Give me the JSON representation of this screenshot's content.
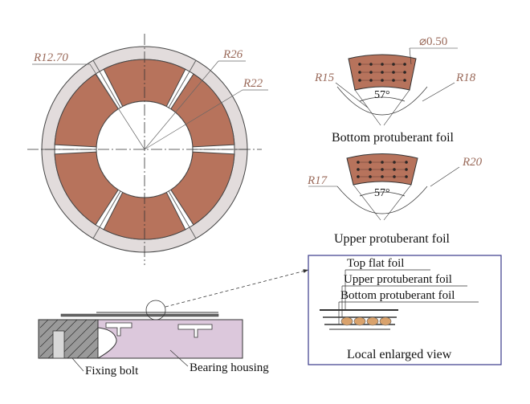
{
  "ring_view": {
    "labels": {
      "r_outer": "R26",
      "r_mid": "R22",
      "r_inner": "R12.70"
    },
    "colors": {
      "housing": "#e2dcdc",
      "foil": "#b7735c",
      "outline": "#444444"
    }
  },
  "bottom_foil": {
    "caption": "Bottom protuberant foil",
    "r_inner": "R15",
    "r_outer": "R18",
    "angle": "57°",
    "diameter": "⌀0.50"
  },
  "upper_foil": {
    "caption": "Upper protuberant foil",
    "r_inner": "R17",
    "r_outer": "R20",
    "angle": "57°"
  },
  "section_view": {
    "fixing_bolt": "Fixing bolt",
    "bearing_housing": "Bearing housing",
    "colors": {
      "housing": "#dcc8dc",
      "bolt": "#8a8a8a"
    }
  },
  "enlarged_view": {
    "title": "Local enlarged view",
    "top_flat_foil": "Top flat foil",
    "upper_protuberant_foil": "Upper protuberant foil",
    "bottom_protuberant_foil": "Bottom protuberant foil",
    "border_color": "#3a3a8a"
  }
}
